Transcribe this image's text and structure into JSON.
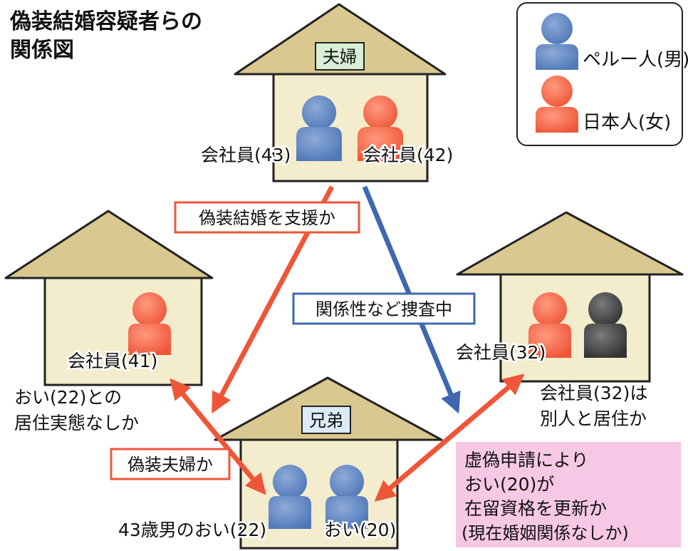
{
  "title": {
    "line1": "偽装結婚容疑者らの",
    "line2": "関係図"
  },
  "legend": {
    "male": "ペルー人(男)",
    "female": "日本人(女)"
  },
  "houses": {
    "top": {
      "label": "夫婦",
      "left_person": "会社員(43)",
      "right_person": "会社員(42)"
    },
    "left": {
      "person": "会社員(41)",
      "note_line1": "おい(22)との",
      "note_line2": "居住実態なしか"
    },
    "right": {
      "person": "会社員(32)",
      "note_line1": "会社員(32)は",
      "note_line2": "別人と居住か"
    },
    "bottom": {
      "label": "兄弟",
      "left_person": "43歳男のおい(22)",
      "right_person": "おい(20)"
    }
  },
  "relations": {
    "support": "偽装結婚を支援か",
    "investigation": "関係性など捜査中",
    "fake_couple": "偽装夫婦か",
    "false_application_lines": [
      "虚偽申請により",
      "おい(20)が",
      "在留資格を更新か",
      "(現在婚姻関係なしか)"
    ]
  },
  "colors": {
    "house_fill": "#f3eccd",
    "roof_fill": "#d9c88f",
    "outline": "#222222",
    "male": "#4f78b8",
    "female": "#ef5638",
    "unknown": "#3d3d3d",
    "arrow_red": "#ef5638",
    "arrow_blue": "#3f68b0",
    "label_green": "#d8efd6",
    "label_blue": "#dcebf7",
    "note_pink": "#f7c8e6"
  }
}
